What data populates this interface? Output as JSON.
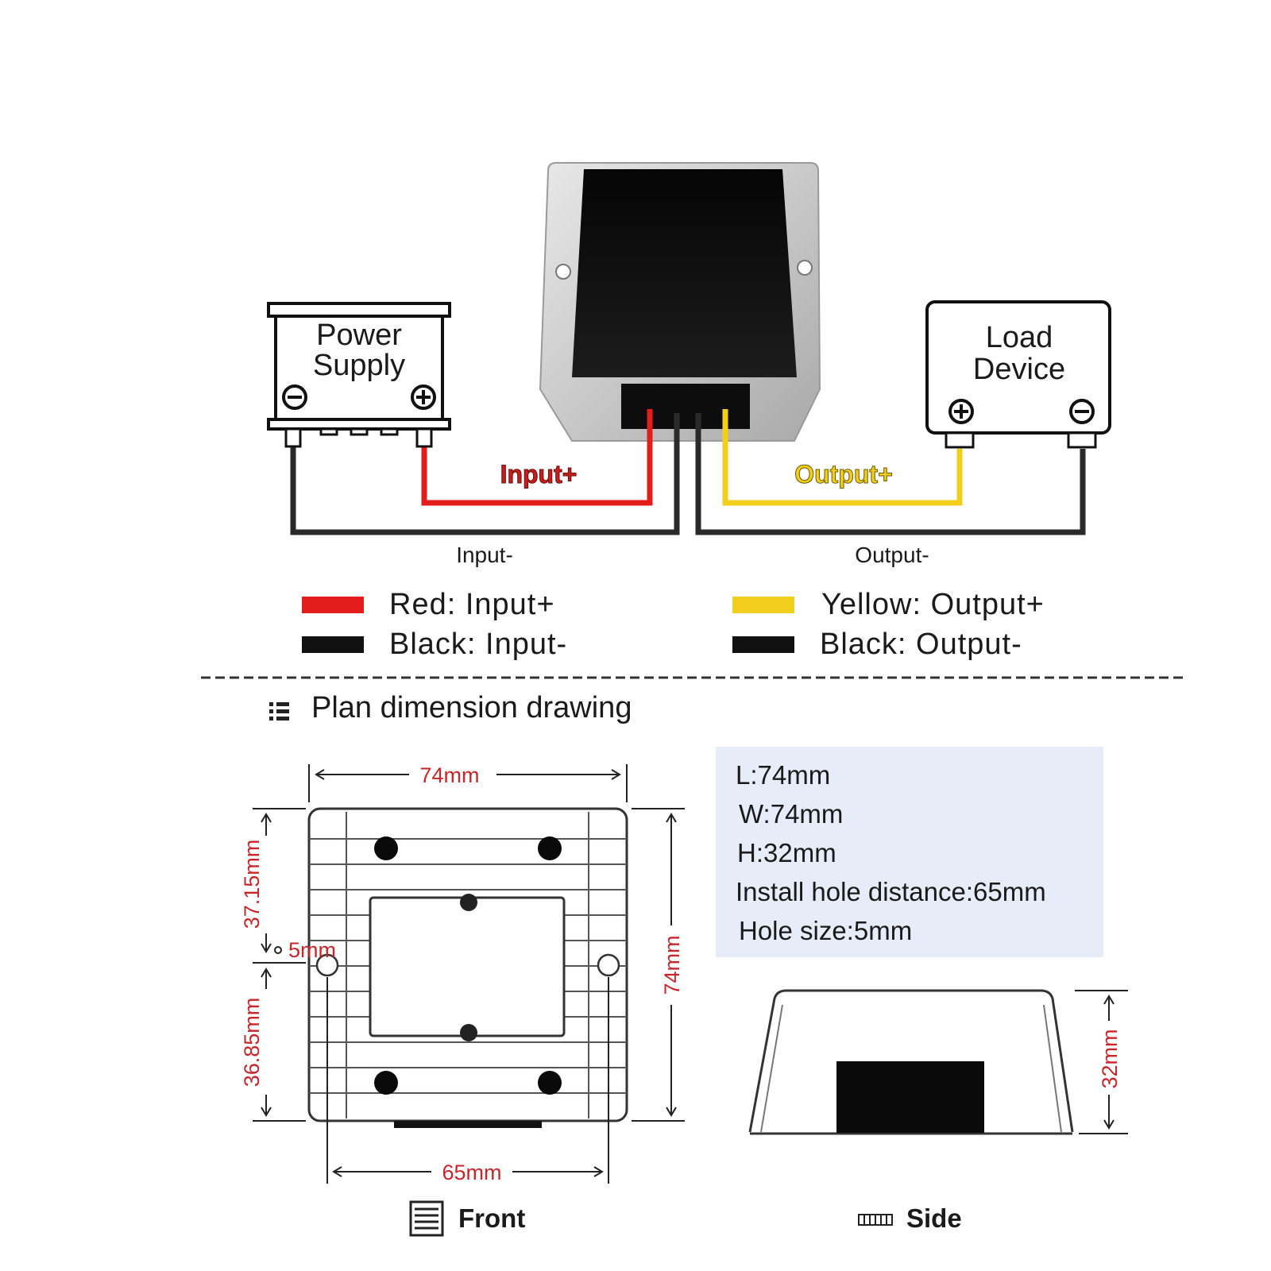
{
  "wiring": {
    "power_supply_line1": "Power",
    "power_supply_line2": "Supply",
    "load_device_line1": "Load",
    "load_device_line2": "Device",
    "input_plus_label": "Input+",
    "output_plus_label": "Output+",
    "input_minus_label": "Input-",
    "output_minus_label": "Output-"
  },
  "legend": [
    {
      "text": "Red: Input+",
      "color": "#e31c1c"
    },
    {
      "text": "Black: Input-",
      "color": "#111111"
    },
    {
      "text": "Yellow: Output+",
      "color": "#f2cf1c"
    },
    {
      "text": "Black: Output-",
      "color": "#111111"
    }
  ],
  "section_title": "Plan dimension drawing",
  "specs": [
    "L:74mm",
    "W:74mm",
    "H:32mm",
    "Install hole distance:65mm",
    "Hole size:5mm"
  ],
  "dimensions": {
    "top_width": "74mm",
    "right_height": "74mm",
    "upper_left": "37.15mm",
    "lower_left": "36.85mm",
    "hole": "5mm",
    "bottom_width": "65mm",
    "side_height": "32mm"
  },
  "views": {
    "front": "Front",
    "side": "Side"
  },
  "colors": {
    "red_wire": "#e31c1c",
    "yellow_wire": "#f2cf1c",
    "black_wire": "#2a2a2a",
    "dimension_text": "#c8262b",
    "spec_panel": "#e6ecf8"
  }
}
